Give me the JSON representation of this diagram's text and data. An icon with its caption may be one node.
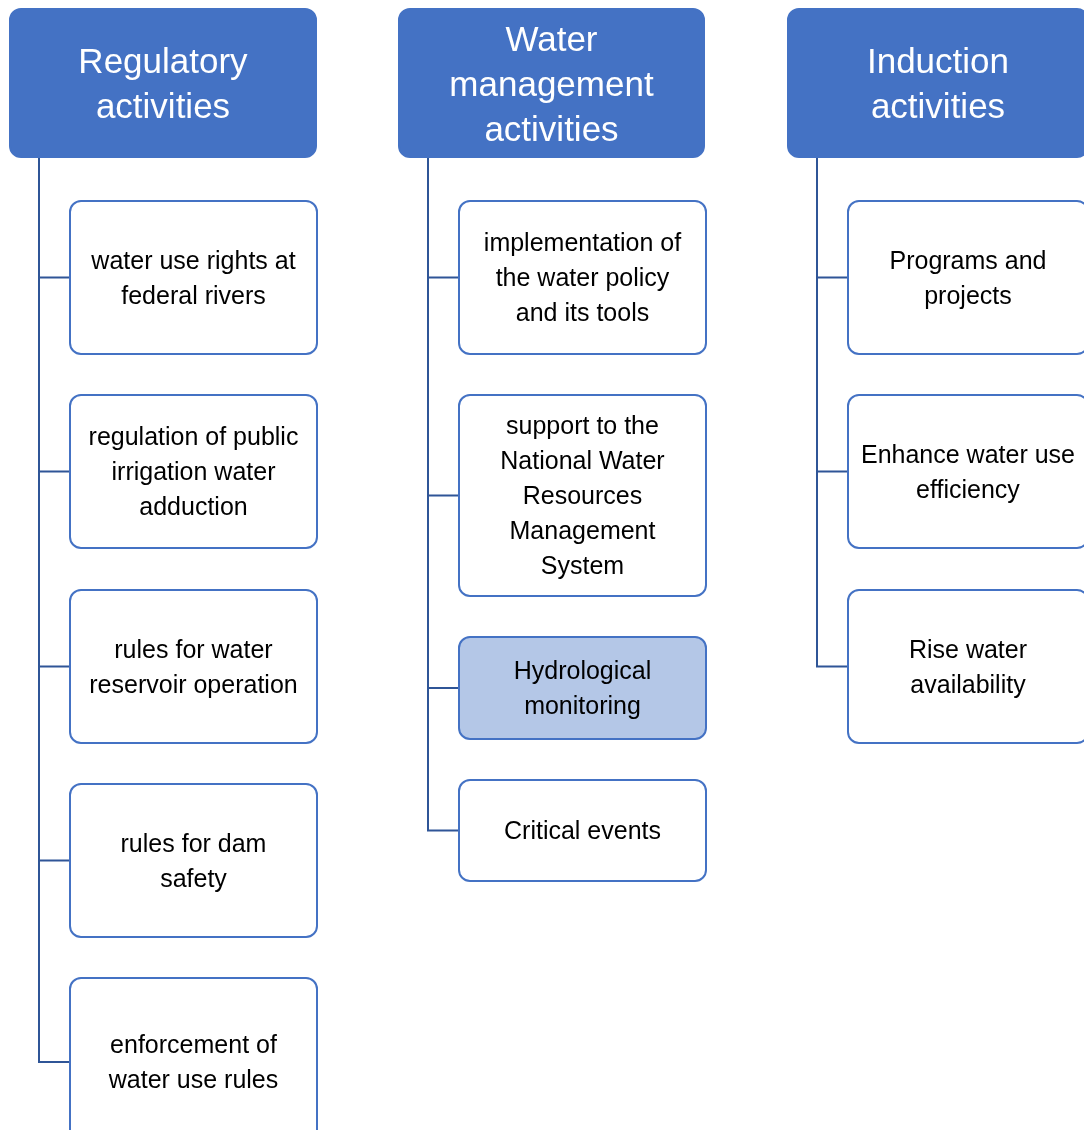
{
  "diagram": {
    "nodes": [
      {
        "text": [
          "Regulatory activities"
        ]
      },
      {
        "text": [
          "water use rights at federal rivers"
        ]
      },
      {
        "text": [
          "regulation of public irrigation water adduction"
        ]
      },
      {
        "text": [
          "rules for water reservoir operation"
        ]
      },
      {
        "text": [
          "rules for dam safety"
        ]
      },
      {
        "text": [
          "enforcement of water use rules"
        ]
      },
      {
        "text": [
          "Water management activities"
        ]
      },
      {
        "text": [
          "implementation of the water policy and its tools"
        ]
      },
      {
        "text": [
          "support to the National Water Resources Management System"
        ]
      },
      {
        "text": [
          "Hydrological monitoring"
        ]
      },
      {
        "text": [
          "Critical events"
        ]
      },
      {
        "text": [
          "Induction activities"
        ]
      },
      {
        "text": [
          "Programs and projects"
        ]
      },
      {
        "text": [
          "Enhance water use efficiency"
        ]
      },
      {
        "text": [
          "Rise water availability"
        ]
      }
    ],
    "edges": [
      {
        "from": 0,
        "to": 1,
        "arrow": "none"
      },
      {
        "from": 0,
        "to": 2,
        "arrow": "none"
      },
      {
        "from": 0,
        "to": 3,
        "arrow": "none"
      },
      {
        "from": 0,
        "to": 4,
        "arrow": "none"
      },
      {
        "from": 0,
        "to": 5,
        "arrow": "none"
      },
      {
        "from": 6,
        "to": 7,
        "arrow": "none"
      },
      {
        "from": 6,
        "to": 8,
        "arrow": "none"
      },
      {
        "from": 6,
        "to": 9,
        "arrow": "none"
      },
      {
        "from": 6,
        "to": 10,
        "arrow": "none"
      },
      {
        "from": 11,
        "to": 12,
        "arrow": "none"
      },
      {
        "from": 11,
        "to": 13,
        "arrow": "none"
      },
      {
        "from": 11,
        "to": 14,
        "arrow": "none"
      }
    ]
  }
}
